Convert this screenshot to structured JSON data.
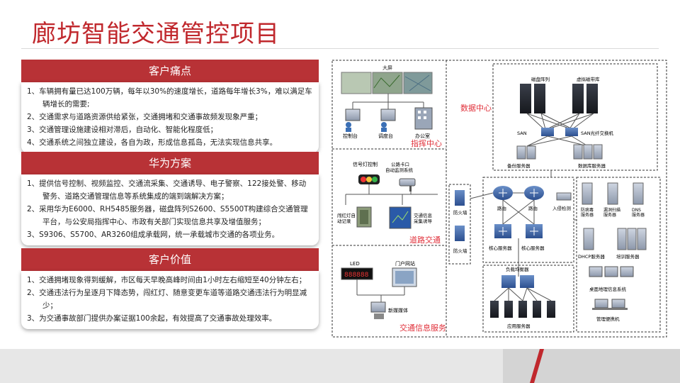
{
  "page": {
    "title": "廊坊智能交通管控项目"
  },
  "pain": {
    "heading": "客户痛点",
    "items": [
      "1、车辆拥有量已达100万辆，每年以30%的速度增长，道路每年增长3%，难以满足车辆增长的需要;",
      "2、交通需求与道路资源供给紧张，交通拥堵和交通事故频发现象严重；",
      "3、交通管理设施建设相对滞后，自动化、智能化程度低；",
      "4、交通系统之间独立建设，各自为政，形成信息孤岛，无法实现信息共享。"
    ]
  },
  "solution": {
    "heading": "华为方案",
    "items": [
      "1、提供信号控制、视频监控、交通流采集、交通诱导、电子警察、122接处警、移动警务、道路交通管理信息等系统集成的端到端解决方案；",
      "2、采用华为E6000、RH5485服务器，磁盘阵列S2600、S5500T构建综合交通管理平台，与公安局指挥中心、市政有关部门实现信息共享及增值服务；",
      "3、S9306、S5700、AR3260组成承载网，统一承载城市交通的各项业务。"
    ]
  },
  "value": {
    "heading": "客户价值",
    "items": [
      "1、交通拥堵现象得到缓解，市区每天早晚高峰时间由1小时左右缩短至40分钟左右；",
      "2、交通违法行为呈逐月下降态势，闯红灯、随意变更车道等道路交通违法行为明显减少；",
      "3、为交通事故部门提供办案证据100余起，有效提高了交通事故处理效率。"
    ]
  },
  "diagram": {
    "zones": {
      "command": "指挥中心",
      "datacenter": "数据中心",
      "road": "道路交通",
      "info": "交通信息服务"
    },
    "labels": {
      "bigscreen": "大屏",
      "control_desk": "控制台",
      "dispatch_desk": "调度台",
      "office": "办公室",
      "signal_ctrl": "信号灯控制",
      "checkpoint": "公路卡口\n自动监测系统",
      "redlight": "闯红灯自\n动记录",
      "traffic_collect": "交通信息\n采集诱导",
      "led": "LED",
      "portal": "门户网站",
      "new_media": "新媒媒体",
      "disk_array": "磁盘阵列",
      "vtl": "虚拟磁带库",
      "san": "SAN",
      "san_switch": "SAN光纤交换机",
      "backup_server": "备份服务器",
      "db_server": "数据库服务器",
      "firewall1": "防火墙",
      "firewall2": "防火墙",
      "router1": "路由",
      "router2": "路由",
      "ids": "入侵检测",
      "core1": "核心服务器",
      "core2": "核心服务器",
      "lb": "负载均衡器",
      "app_server": "应用服务器",
      "av_server": "防病毒\n服务器",
      "vuln_server": "漏洞扫描\n服务器",
      "dns_server": "DNS\n服务器",
      "dhcp_server": "DHCP服务器",
      "train_server": "培训服务器",
      "gis": "桌面地理信息系统",
      "mgmt": "管理便携机"
    }
  },
  "colors": {
    "brand_red": "#c0282d",
    "panel_red": "#b83236",
    "zone_label_red": "#e0303a"
  }
}
